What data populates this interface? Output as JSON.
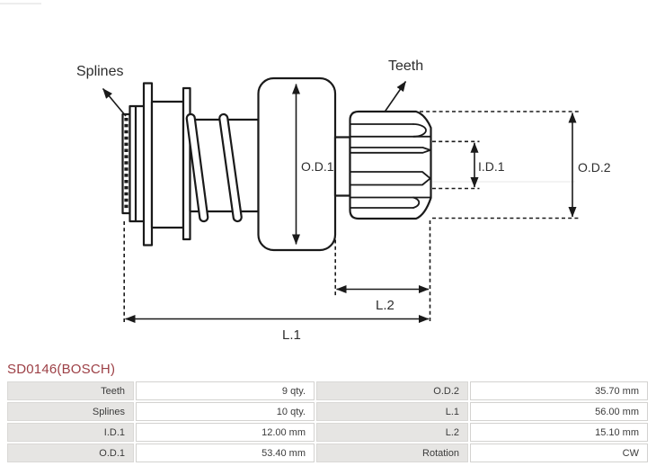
{
  "page": {
    "title": "SD0146(BOSCH)"
  },
  "colors": {
    "title_text": "#9d4046",
    "drawing_line": "#1a1a1a",
    "table_label_bg": "#e6e5e3",
    "table_border": "#d3d2d0",
    "table_text": "#3b3b3b"
  },
  "diagram": {
    "callouts": {
      "splines": "Splines",
      "teeth": "Teeth"
    },
    "dimensions": {
      "od1": "O.D.1",
      "id1": "I.D.1",
      "od2": "O.D.2",
      "l1": "L.1",
      "l2": "L.2"
    }
  },
  "spec_table": {
    "rows": [
      [
        "Teeth",
        "9 qty.",
        "O.D.2",
        "35.70 mm"
      ],
      [
        "Splines",
        "10 qty.",
        "L.1",
        "56.00 mm"
      ],
      [
        "I.D.1",
        "12.00 mm",
        "L.2",
        "15.10 mm"
      ],
      [
        "O.D.1",
        "53.40 mm",
        "Rotation",
        "CW"
      ]
    ]
  }
}
